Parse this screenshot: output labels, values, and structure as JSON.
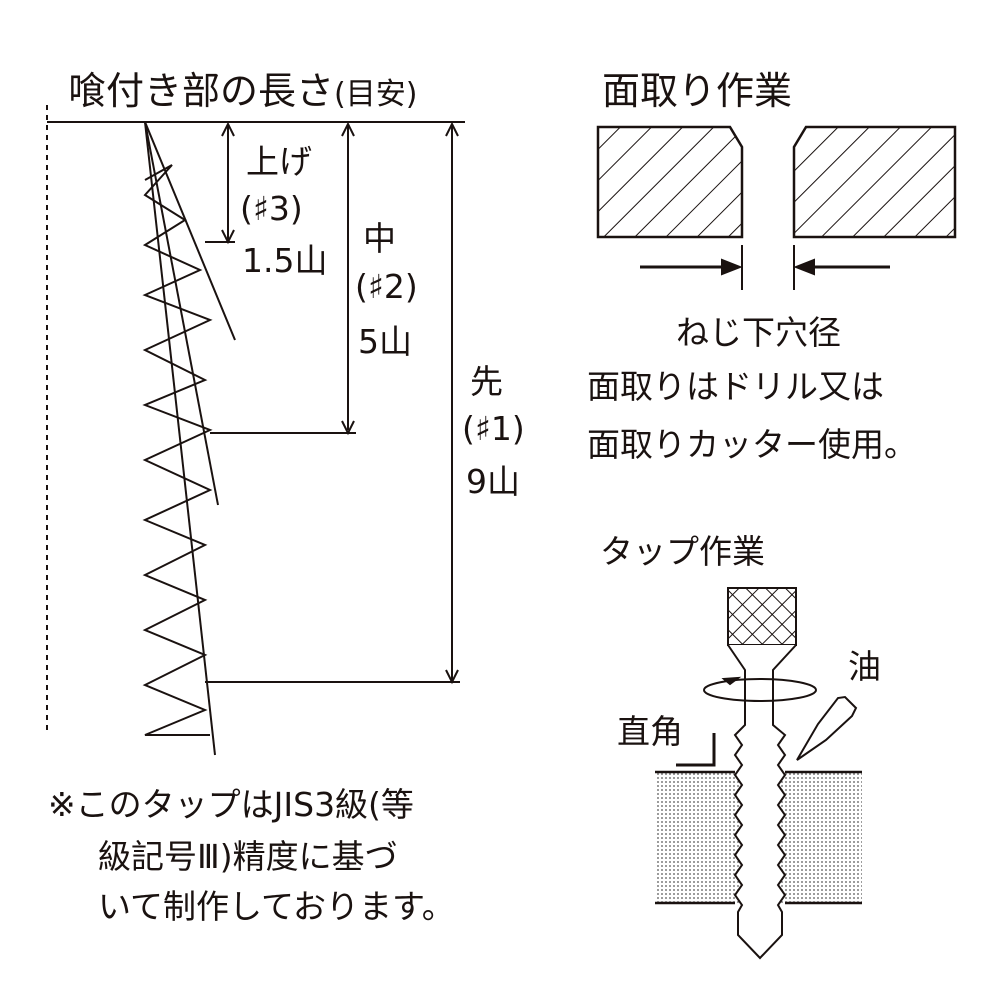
{
  "chamfer_length": {
    "title": "喰付き部の長さ",
    "title_note": "(目安)",
    "plug": {
      "name": "上げ",
      "code": "(♯3)",
      "threads": "1.5山"
    },
    "intermediate": {
      "name": "中",
      "code": "(♯2)",
      "threads": "5山"
    },
    "taper": {
      "name": "先",
      "code": "(♯1)",
      "threads": "9山"
    }
  },
  "chamfering": {
    "title": "面取り作業",
    "hole_label": "ねじ下穴径",
    "note_line1": "面取りはドリル又は",
    "note_line2": "面取りカッター使用。"
  },
  "tapping": {
    "title": "タップ作業",
    "oil_label": "油",
    "right_angle_label": "直角"
  },
  "footnote": {
    "line1": "※このタップはJIS3級(等",
    "line2": "級記号Ⅲ)精度に基づ",
    "line3": "いて制作しております。"
  },
  "colors": {
    "ink": "#1a1210"
  }
}
